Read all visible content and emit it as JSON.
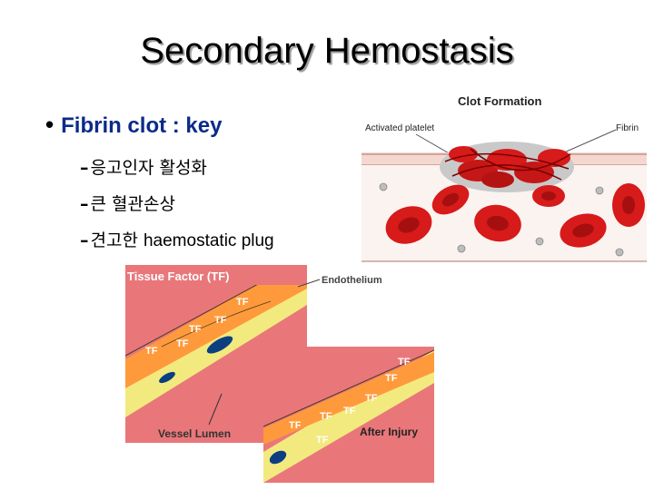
{
  "slide": {
    "title": "Secondary Hemostasis",
    "bullet": "Fibrin clot : key",
    "sub_bullets": [
      {
        "dash": "–",
        "text": "응고인자 활성화"
      },
      {
        "dash": "–",
        "text": "큰 혈관손상"
      },
      {
        "dash": "–",
        "text": "견고한 ",
        "latin": "haemostatic plug"
      }
    ]
  },
  "clot_figure": {
    "title": "Clot Formation",
    "label_platelet": "Activated platelet",
    "label_fibrin": "Fibrin"
  },
  "tf_figure": {
    "title": "Tissue Factor (TF)",
    "label_endothelium": "Endothelium",
    "label_lumen": "Vessel Lumen",
    "label_injury": "After Injury",
    "tf_tag": "TF"
  },
  "colors": {
    "title_text": "#000000",
    "bullet_blue": "#0b2a8a",
    "rbc_red": "#d71a1a",
    "tissue_pink": "#e9777a",
    "endothelium_orange": "#ff9a3c",
    "intima_yellow": "#f3ea7f",
    "nucleus_blue": "#0b3f82"
  }
}
